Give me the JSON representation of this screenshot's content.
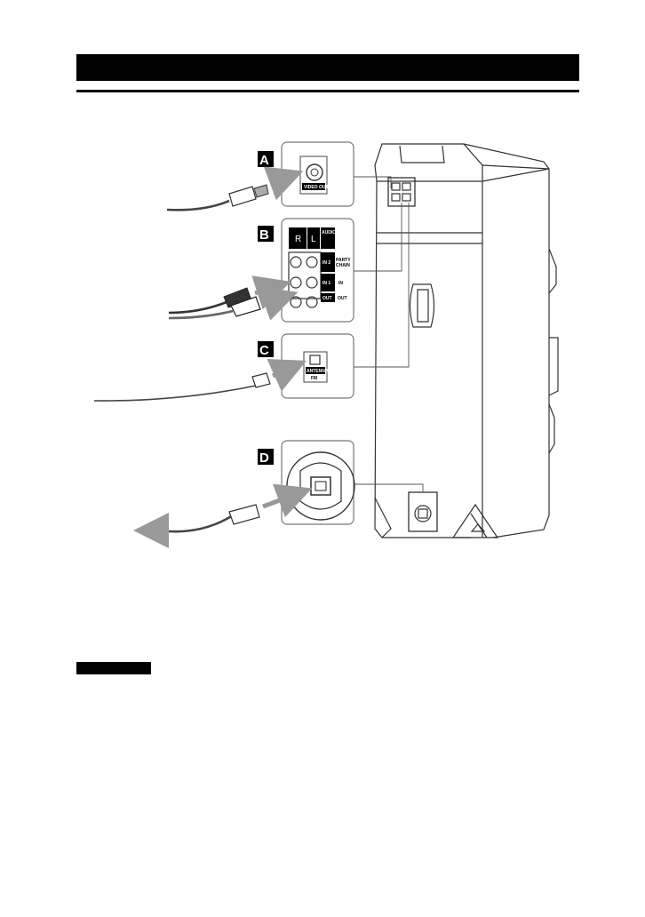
{
  "callouts": {
    "a": {
      "letter": "A",
      "jack_label": "VIDEO OUT"
    },
    "b": {
      "letter": "B",
      "channel_right": "R",
      "channel_left": "L",
      "audio": "AUDIO",
      "in2": "IN 2",
      "party_chain": [
        "PARTY",
        "CHAIN"
      ],
      "in1": "IN 1",
      "in": "IN",
      "out_left": "OUT",
      "out_right": "OUT"
    },
    "c": {
      "letter": "C",
      "jack_label": [
        "ANTENNA",
        "FM"
      ]
    },
    "d": {
      "letter": "D"
    }
  }
}
